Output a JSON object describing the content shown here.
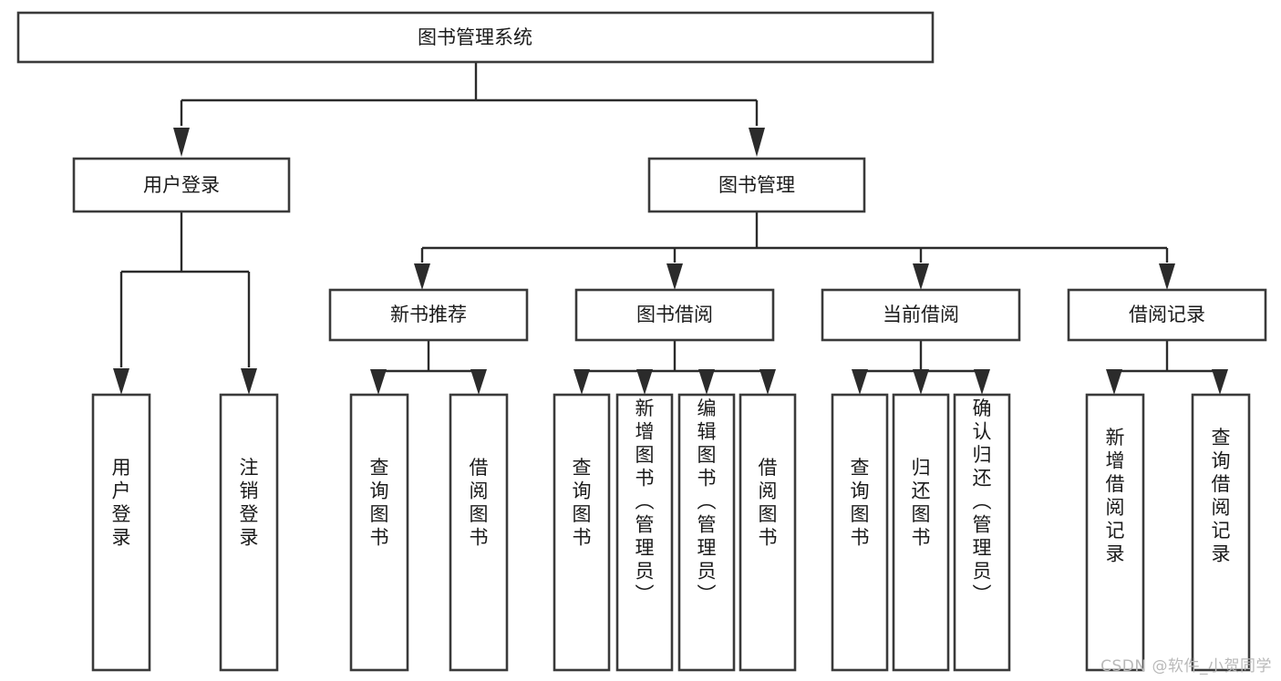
{
  "diagram": {
    "type": "tree-hierarchy",
    "title": "图书管理系统",
    "watermark": "CSDN @软件_小贺同学",
    "colors": {
      "box_fill": "#ffffff",
      "box_stroke": "#3a3a3a",
      "connector": "#2b2b2b",
      "text": "#1a1a1a",
      "watermark": "#b9b9b9",
      "background": "#ffffff"
    },
    "root": {
      "label": "图书管理系统"
    },
    "level1": [
      {
        "label": "用户登录"
      },
      {
        "label": "图书管理"
      }
    ],
    "level2": [
      {
        "label": "新书推荐"
      },
      {
        "label": "图书借阅"
      },
      {
        "label": "当前借阅"
      },
      {
        "label": "借阅记录"
      }
    ],
    "leaves": {
      "user_login": [
        {
          "label": "用户登录"
        },
        {
          "label": "注销登录"
        }
      ],
      "new_book_recommend": [
        {
          "label": "查询图书"
        },
        {
          "label": "借阅图书"
        }
      ],
      "book_borrow": [
        {
          "label": "查询图书"
        },
        {
          "label": "新增图书（管理员）"
        },
        {
          "label": "编辑图书（管理员）"
        },
        {
          "label": "借阅图书"
        }
      ],
      "current_borrow": [
        {
          "label": "查询图书"
        },
        {
          "label": "归还图书"
        },
        {
          "label": "确认归还（管理员）"
        }
      ],
      "borrow_record": [
        {
          "label": "新增借阅记录"
        },
        {
          "label": "查询借阅记录"
        }
      ]
    }
  }
}
